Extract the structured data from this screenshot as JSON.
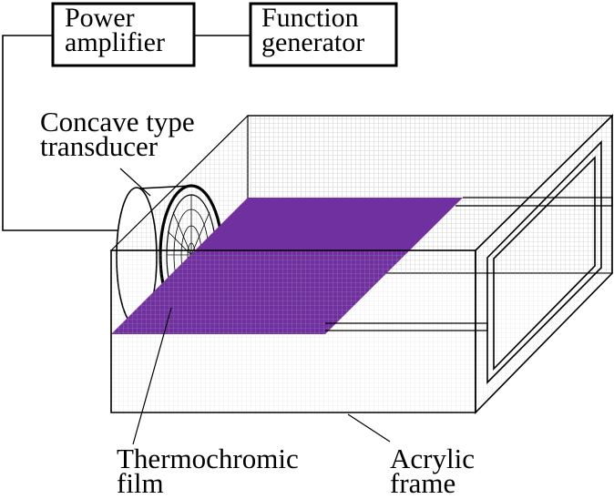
{
  "boxes": {
    "power_amplifier": {
      "line1": "Power",
      "line2": "amplifier"
    },
    "function_generator": {
      "line1": "Function",
      "line2": "generator"
    }
  },
  "callouts": {
    "transducer": {
      "line1": "Concave type",
      "line2": "transducer"
    },
    "film": {
      "line1": "Thermochromic",
      "line2": "film"
    },
    "frame": {
      "line1": "Acrylic",
      "line2": "frame"
    }
  },
  "colors": {
    "film": "#7030a0",
    "grid": "#c8c8c8",
    "line": "#000000"
  }
}
